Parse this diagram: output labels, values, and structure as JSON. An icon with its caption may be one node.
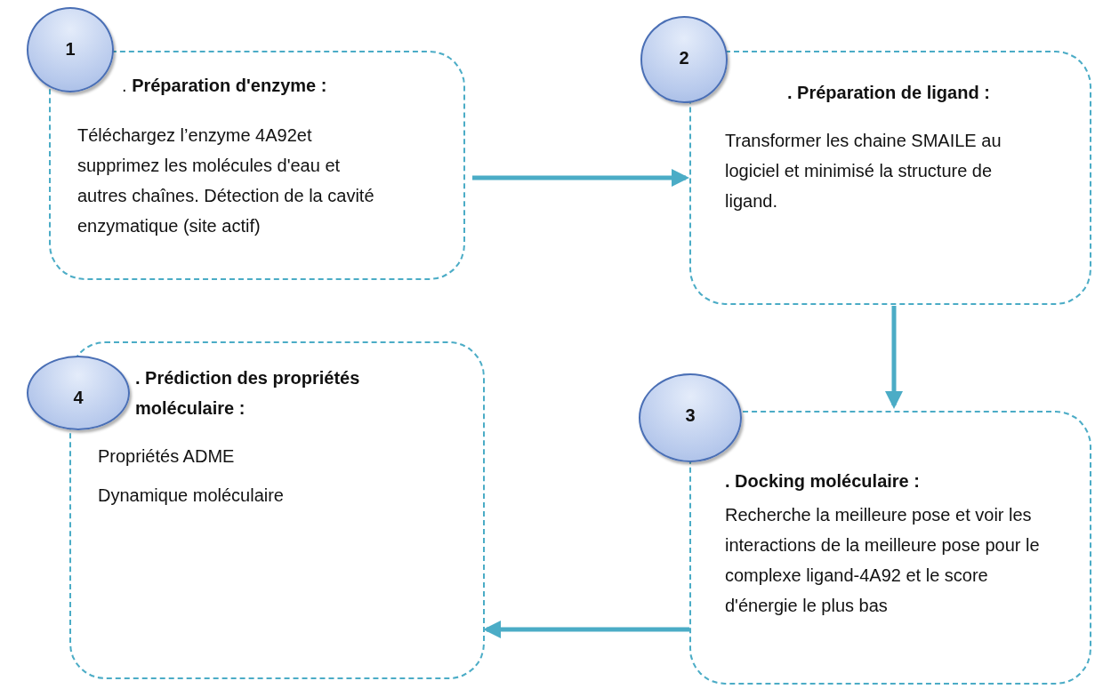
{
  "diagram": {
    "nodes": [
      {
        "text": [
          "1"
        ]
      },
      {
        "text": [
          ". **Préparation d'enzyme :**",
          "Téléchargez l’enzyme 4A92et supprimez les molécules d'eau et autres chaînes. Détection de la cavité enzymatique (site actif)"
        ]
      },
      {
        "text": [
          "2"
        ]
      },
      {
        "text": [
          ". Préparation de ligand :",
          "Transformer les chaine SMAILE au logiciel et minimisé la structure de ligand."
        ]
      },
      {
        "text": [
          "4"
        ]
      },
      {
        "text": [
          ". Prédiction des propriétés moléculaire :",
          "Propriétés ADME",
          "Dynamique moléculaire"
        ]
      },
      {
        "text": [
          "3"
        ]
      },
      {
        "text": [
          ". Docking moléculaire :",
          "Recherche la meilleure pose et voir les interactions de la meilleure pose pour le complexe ligand-4A92 et le score d'énergie le plus bas"
        ]
      }
    ],
    "edges": [
      {
        "from": 1,
        "to": 3,
        "arrow": "to"
      },
      {
        "from": 3,
        "to": 7,
        "arrow": "to"
      },
      {
        "from": 7,
        "to": 5,
        "arrow": "to"
      }
    ]
  }
}
